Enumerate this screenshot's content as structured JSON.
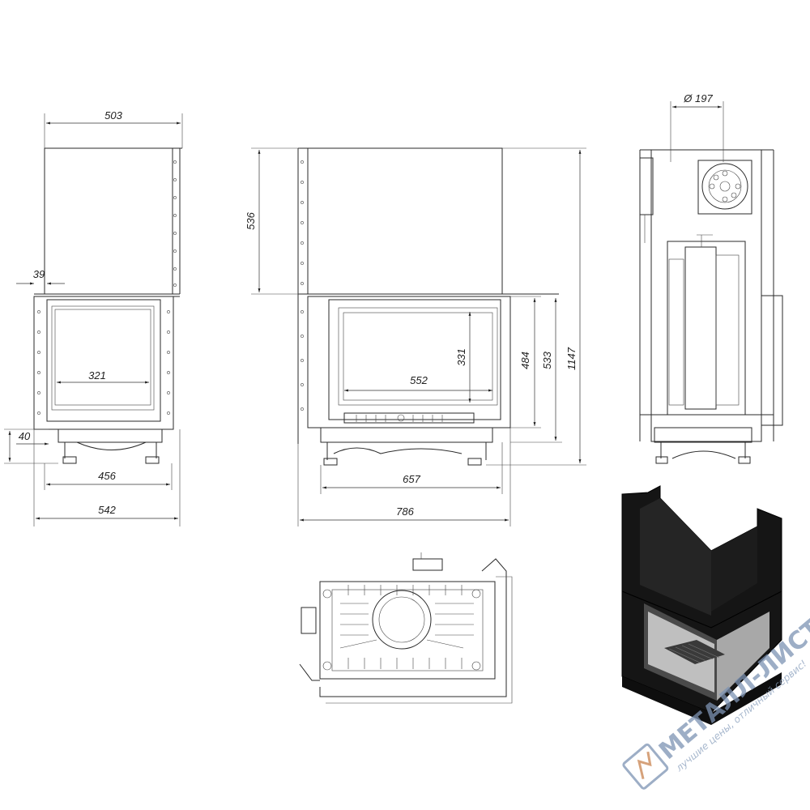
{
  "dimensions": {
    "front_width": "503",
    "front_glass_offset": "39",
    "front_glass_width": "321",
    "front_leg_height": "40",
    "front_base_width": "456",
    "front_total_width": "542",
    "side_top_height": "536",
    "side_glass_height": "331",
    "side_glass_width": "552",
    "side_door_height": "484",
    "side_frame_height": "533",
    "side_total_height": "1147",
    "side_base_width": "657",
    "side_total_width": "786",
    "flue_diameter": "Ø 197"
  },
  "watermark": {
    "brand": "МЕТАЛЛ-ЛИСТ.RU",
    "slogan": "лучшие цены, отличный сервис!"
  },
  "colors": {
    "line": "#2a2a2a",
    "render_body": "#151515",
    "render_glass": "#bfbfbf",
    "watermark": "#7d93b3"
  }
}
